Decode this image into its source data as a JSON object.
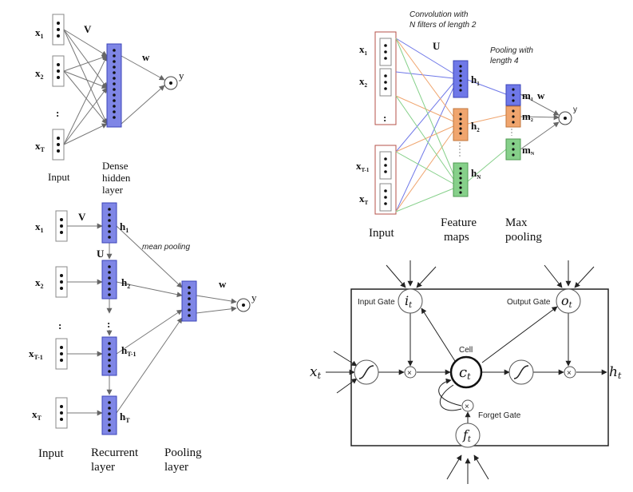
{
  "dense": {
    "inputs": [
      "x",
      "x",
      "x"
    ],
    "input_subs": [
      "1",
      "2",
      "T"
    ],
    "ellipsis": ":",
    "weight_v": "V",
    "weight_w": "w",
    "output": "y",
    "label_input": "Input",
    "label_hidden_1": "Dense",
    "label_hidden_2": "hidden",
    "label_hidden_3": "layer"
  },
  "rnn": {
    "inputs": [
      "x",
      "x",
      "x",
      "x"
    ],
    "input_subs": [
      "1",
      "2",
      "T-1",
      "T"
    ],
    "hidden": [
      "h",
      "h",
      "h",
      "h"
    ],
    "hidden_subs": [
      "1",
      "2",
      "T-1",
      "T"
    ],
    "ellipsis": ":",
    "weight_v": "V",
    "weight_u": "U",
    "weight_w": "w",
    "output": "y",
    "annotation": "mean pooling",
    "label_input": "Input",
    "label_recurrent_1": "Recurrent",
    "label_recurrent_2": "layer",
    "label_pooling_1": "Pooling",
    "label_pooling_2": "layer",
    "colors": {
      "layer_fill": "#7f86e6",
      "layer_stroke": "#3b44b8"
    }
  },
  "cnn": {
    "inputs": [
      "x",
      "x",
      "x",
      "x"
    ],
    "input_subs": [
      "1",
      "2",
      "T-1",
      "T"
    ],
    "ellipsis": ":",
    "feature_maps": [
      "h",
      "h",
      "h"
    ],
    "feature_subs": [
      "1",
      "2",
      "N"
    ],
    "pooled": [
      "m",
      "m",
      "m"
    ],
    "pooled_subs": [
      "1",
      "2",
      "N"
    ],
    "weight_u": "U",
    "weight_w": "w",
    "output": "y",
    "note_conv_1": "Convolution with",
    "note_conv_2": "N filters of length 2",
    "note_pool_1": "Pooling with",
    "note_pool_2": "length 4",
    "label_input": "Input",
    "label_feature_1": "Feature",
    "label_feature_2": "maps",
    "label_max_1": "Max",
    "label_max_2": "pooling",
    "colors": {
      "blue": "#6f78e8",
      "orange": "#f0a56e",
      "green": "#86d08a",
      "input_stroke": "#b5524a"
    }
  },
  "lstm": {
    "input_gate": "Input Gate",
    "output_gate": "Output Gate",
    "forget_gate": "Forget Gate",
    "cell": "Cell",
    "i_t": "i",
    "o_t": "o",
    "f_t": "f",
    "c_t": "c",
    "x_t": "x",
    "h_t": "h",
    "sub_t": "t",
    "mult": "×"
  }
}
